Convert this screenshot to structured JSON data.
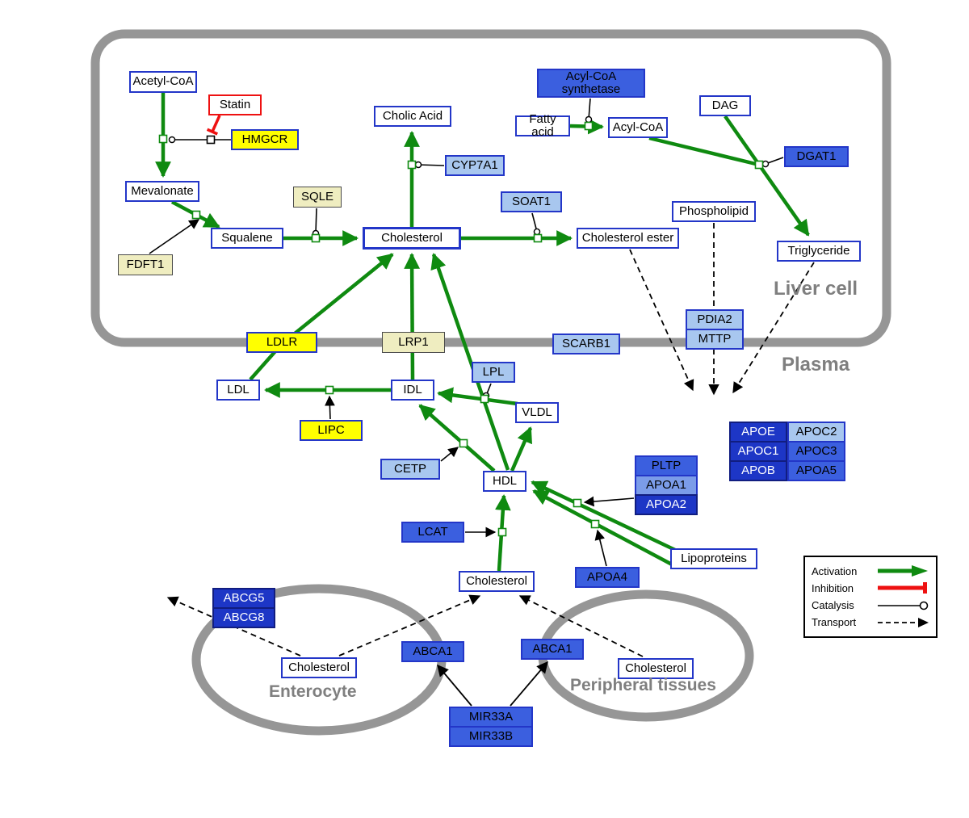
{
  "compartments": {
    "liver": "Liver cell",
    "plasma": "Plasma",
    "enterocyte": "Enterocyte",
    "peripheral": "Peripheral tissues"
  },
  "nodes": {
    "acetyl_coa": "Acetyl-CoA",
    "statin": "Statin",
    "hmgcr": "HMGCR",
    "mevalonate": "Mevalonate",
    "sqle": "SQLE",
    "fdft1": "FDFT1",
    "squalene": "Squalene",
    "cholic_acid": "Cholic Acid",
    "cyp7a1": "CYP7A1",
    "cholesterol_liver": "Cholesterol",
    "soat1": "SOAT1",
    "cholesterol_ester": "Cholesterol ester",
    "acyl_coa_synthetase": "Acyl-CoA synthetase",
    "fatty_acid": "Fatty acid",
    "acyl_coa": "Acyl-CoA",
    "dag": "DAG",
    "dgat1": "DGAT1",
    "phospholipid": "Phospholipid",
    "triglyceride": "Triglyceride",
    "ldlr": "LDLR",
    "lrp1": "LRP1",
    "scarb1": "SCARB1",
    "pdia2": "PDIA2",
    "mttp": "MTTP",
    "ldl": "LDL",
    "idl": "IDL",
    "lpl": "LPL",
    "vldl": "VLDL",
    "lipc": "LIPC",
    "cetp": "CETP",
    "hdl": "HDL",
    "pltp": "PLTP",
    "apoa1": "APOA1",
    "apoa2": "APOA2",
    "apoe": "APOE",
    "apoc2": "APOC2",
    "apoc1": "APOC1",
    "apoc3": "APOC3",
    "apob": "APOB",
    "apoa5": "APOA5",
    "lcat": "LCAT",
    "apoa4": "APOA4",
    "lipoproteins": "Lipoproteins",
    "cholesterol_plasma": "Cholesterol",
    "abcg5": "ABCG5",
    "abcg8": "ABCG8",
    "cholesterol_enterocyte": "Cholesterol",
    "abca1_enterocyte": "ABCA1",
    "abca1_peripheral": "ABCA1",
    "cholesterol_peripheral": "Cholesterol",
    "mir33a": "MIR33A",
    "mir33b": "MIR33B"
  },
  "legend": {
    "activation": "Activation",
    "inhibition": "Inhibition",
    "catalysis": "Catalysis",
    "transport": "Transport"
  },
  "colors": {
    "activation_green": "#0f8a10",
    "inhibition_red": "#ee1111",
    "membrane_gray": "#969696",
    "metabolite_border_blue": "#2336c8",
    "gene_yellow": "#ffff00",
    "gene_pale_yellow": "#efedc0",
    "gene_blue_light": "#a8c7ef",
    "gene_blue_mid": "#7b9ce9",
    "gene_blue_deep": "#3b5fdf",
    "gene_blue_dark": "#1d36c6"
  }
}
